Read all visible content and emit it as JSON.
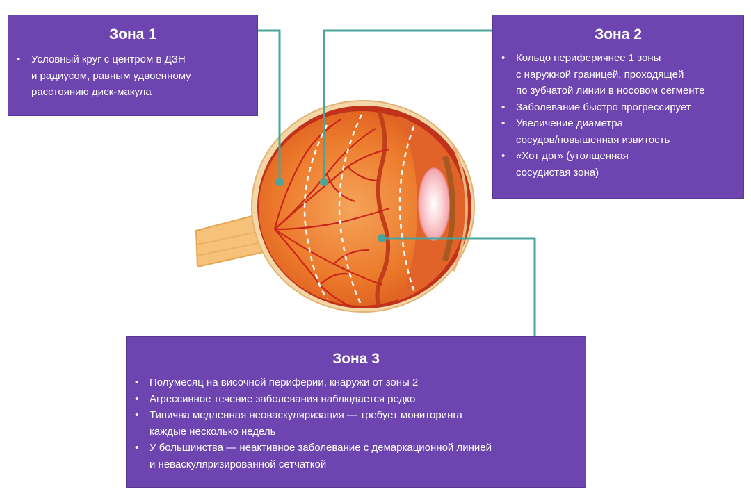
{
  "colors": {
    "panel": "#6e45b0",
    "connector": "#4aa49a",
    "panel_text": "#ffffff"
  },
  "zone1": {
    "title": "Зона 1",
    "bullets": [
      "Условный круг с центром в ДЗН\nи радиусом, равным удвоенному\nрасстоянию диск-макула"
    ]
  },
  "zone2": {
    "title": "Зона 2",
    "bullets": [
      "Кольцо периферичнее 1 зоны\nс наружной границей, проходящей\nпо зубчатой линии в носовом сегменте",
      "Заболевание быстро прогрессирует",
      "Увеличение диаметра\nсосудов/повышенная извитость",
      "«Хот дог» (утолщенная\nсосудистая зона)"
    ]
  },
  "zone3": {
    "title": "Зона 3",
    "bullets": [
      "Полумесяц на височной периферии, кнаружи от зоны 2",
      "Агрессивное течение заболевания наблюдается редко",
      "Типична медленная неоваскуляризация — требует мониторинга\nкаждые несколько недель",
      "У большинства — неактивное заболевание с демаркационной линией\nи неваскуляризированной сетчаткой"
    ]
  }
}
